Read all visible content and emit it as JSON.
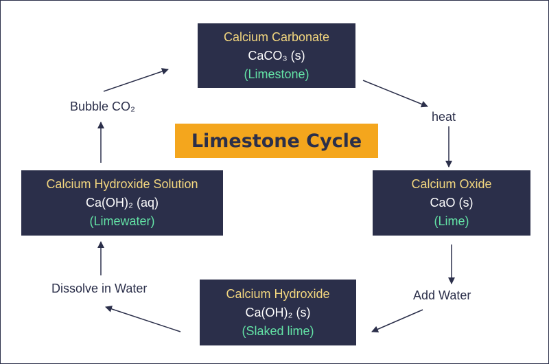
{
  "title": "Limestone Cycle",
  "colors": {
    "box_bg": "#2b2f4a",
    "name_text": "#f3d77f",
    "formula_text": "#ffffff",
    "common_text": "#63e3a6",
    "title_bg": "#f4a61d",
    "title_text": "#2b2f4a",
    "arrow": "#2b2f4a"
  },
  "nodes": {
    "carbonate": {
      "name": "Calcium Carbonate",
      "formula": "CaCO₃ (s)",
      "common": "(Limestone)"
    },
    "oxide": {
      "name": "Calcium Oxide",
      "formula": "CaO (s)",
      "common": "(Lime)"
    },
    "hydroxide": {
      "name": "Calcium Hydroxide",
      "formula": "Ca(OH)₂ (s)",
      "common": "(Slaked lime)"
    },
    "solution": {
      "name": "Calcium Hydroxide Solution",
      "formula": "Ca(OH)₂ (aq)",
      "common": "(Limewater)"
    }
  },
  "steps": {
    "heat": "heat",
    "add_water": "Add Water",
    "dissolve": "Dissolve in Water",
    "bubble": "Bubble CO₂"
  }
}
